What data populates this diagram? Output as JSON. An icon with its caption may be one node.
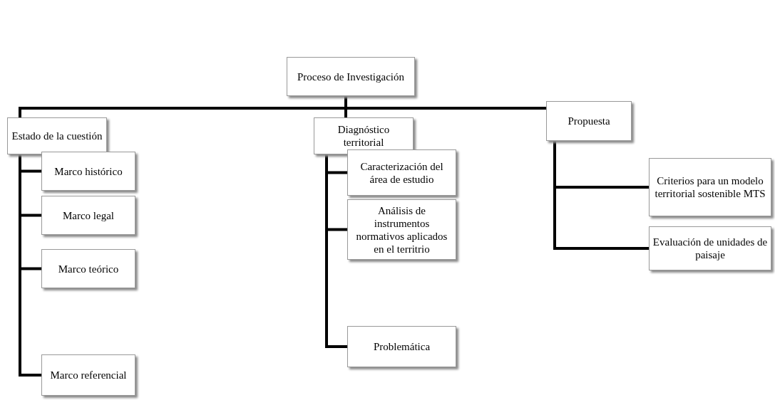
{
  "diagram": {
    "nodes": [
      {
        "text": [
          "Proceso de Investigación"
        ]
      },
      {
        "text": [
          "Estado de la cuestión"
        ]
      },
      {
        "text": [
          "Marco histórico"
        ]
      },
      {
        "text": [
          "Marco legal"
        ]
      },
      {
        "text": [
          "Marco teórico"
        ]
      },
      {
        "text": [
          "Marco referencial"
        ]
      },
      {
        "text": [
          "Diagnóstico territorial"
        ]
      },
      {
        "text": [
          "Caracterización del área de estudio"
        ]
      },
      {
        "text": [
          "Análisis de instrumentos normativos aplicados en el territrio"
        ]
      },
      {
        "text": [
          "Problemática"
        ]
      },
      {
        "text": [
          "Propuesta"
        ]
      },
      {
        "text": [
          "Criterios para un modelo territorial sostenible MTS"
        ]
      },
      {
        "text": [
          "Evaluación de unidades de paisaje"
        ]
      }
    ],
    "edges": [
      {
        "from": 0,
        "to": 1,
        "arrow": "none"
      },
      {
        "from": 0,
        "to": 6,
        "arrow": "none"
      },
      {
        "from": 0,
        "to": 10,
        "arrow": "none"
      },
      {
        "from": 1,
        "to": 2,
        "arrow": "none"
      },
      {
        "from": 1,
        "to": 3,
        "arrow": "none"
      },
      {
        "from": 1,
        "to": 4,
        "arrow": "none"
      },
      {
        "from": 1,
        "to": 5,
        "arrow": "none"
      },
      {
        "from": 6,
        "to": 7,
        "arrow": "none"
      },
      {
        "from": 6,
        "to": 8,
        "arrow": "none"
      },
      {
        "from": 6,
        "to": 9,
        "arrow": "none"
      },
      {
        "from": 10,
        "to": 11,
        "arrow": "none"
      },
      {
        "from": 10,
        "to": 12,
        "arrow": "none"
      }
    ]
  }
}
